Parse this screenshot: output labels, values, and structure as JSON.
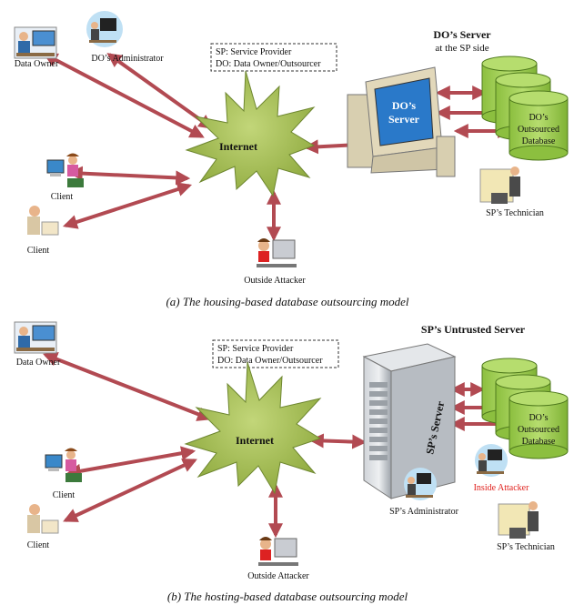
{
  "panel_a": {
    "caption": "(a) The housing-based database outsourcing model",
    "legend": {
      "line1": "SP: Service Provider",
      "line2": "DO: Data Owner/Outsourcer"
    },
    "server_title_line1": "DO’s Server",
    "server_title_line2": "at the SP side",
    "server_screen_line1": "DO’s",
    "server_screen_line2": "Server",
    "internet": "Internet",
    "database": {
      "line1": "DO’s",
      "line2": "Outsourced",
      "line3": "Database"
    },
    "actors": {
      "data_owner": "Data Owner",
      "administrator": "DO’s Administrator",
      "client1": "Client",
      "client2": "Client",
      "outside_attacker": "Outside Attacker",
      "technician": "SP’s Technician"
    }
  },
  "panel_b": {
    "caption": "(b) The hosting-based database outsourcing model",
    "legend": {
      "line1": "SP: Service Provider",
      "line2": "DO: Data Owner/Outsourcer"
    },
    "server_title": "SP’s Untrusted  Server",
    "server_side_label": "SP’s Server",
    "internet": "Internet",
    "database": {
      "line1": "DO’s",
      "line2": "Outsourced",
      "line3": "Database"
    },
    "actors": {
      "data_owner": "Data Owner",
      "client1": "Client",
      "client2": "Client",
      "outside_attacker": "Outside Attacker",
      "administrator": "SP’s Administrator",
      "inside_attacker": "Inside Attacker",
      "technician": "SP’s Technician"
    }
  },
  "colors": {
    "arrow": "#b24a52",
    "burst_fill": "#a4bf57",
    "database_fill": "#9ccc4e",
    "inside_attacker_text": "#e0201c"
  }
}
